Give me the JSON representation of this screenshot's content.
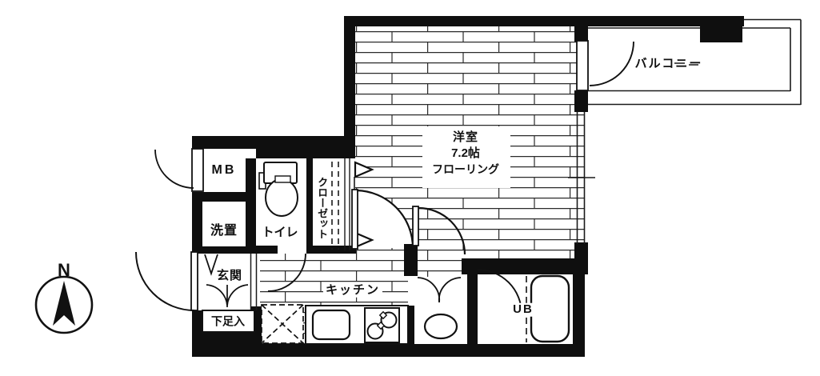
{
  "compass": {
    "north_label": "N"
  },
  "rooms": {
    "balcony": {
      "label": "バルコニー"
    },
    "living": {
      "name": "洋室",
      "size": "7.2帖",
      "floor_type": "フローリング"
    },
    "meter_box": {
      "label": "MB"
    },
    "laundry": {
      "label": "洗置"
    },
    "toilet": {
      "label": "トイレ"
    },
    "closet": {
      "label": "クローゼット"
    },
    "entrance": {
      "label": "玄関"
    },
    "shoe_box": {
      "label": "下足入"
    },
    "kitchen": {
      "label": "キッチン"
    },
    "unit_bath": {
      "label": "UB"
    }
  },
  "colors": {
    "wall": "#0f0f0f",
    "line": "#1a1a1a",
    "floor_pattern": "#2a2a2a",
    "background": "#ffffff"
  }
}
